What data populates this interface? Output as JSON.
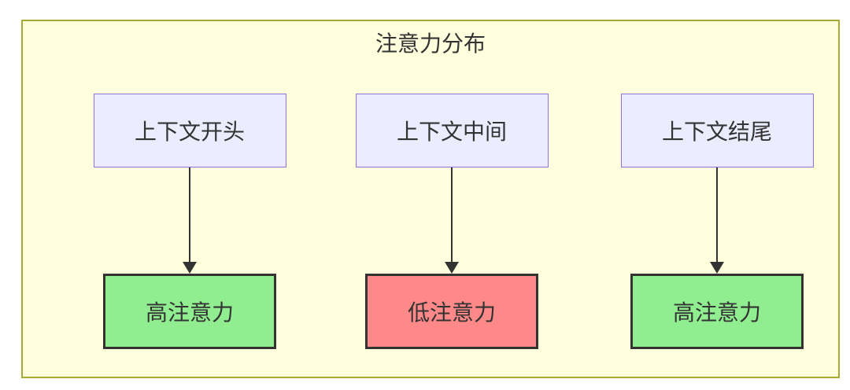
{
  "diagram": {
    "title": "注意力分布",
    "type": "flowchart",
    "colors": {
      "container_fill": "#ffffde",
      "container_border": "#aaaa33",
      "source_fill": "#ECECFF",
      "source_border": "#9370DB",
      "high_fill": "#90EE90",
      "low_fill": "#FF8888",
      "result_border": "#333333",
      "edge": "#333333",
      "text": "#333333"
    },
    "columns": [
      {
        "source": "上下文开头",
        "result": "高注意力",
        "level": "high"
      },
      {
        "source": "上下文中间",
        "result": "低注意力",
        "level": "low"
      },
      {
        "source": "上下文结尾",
        "result": "高注意力",
        "level": "high"
      }
    ]
  }
}
